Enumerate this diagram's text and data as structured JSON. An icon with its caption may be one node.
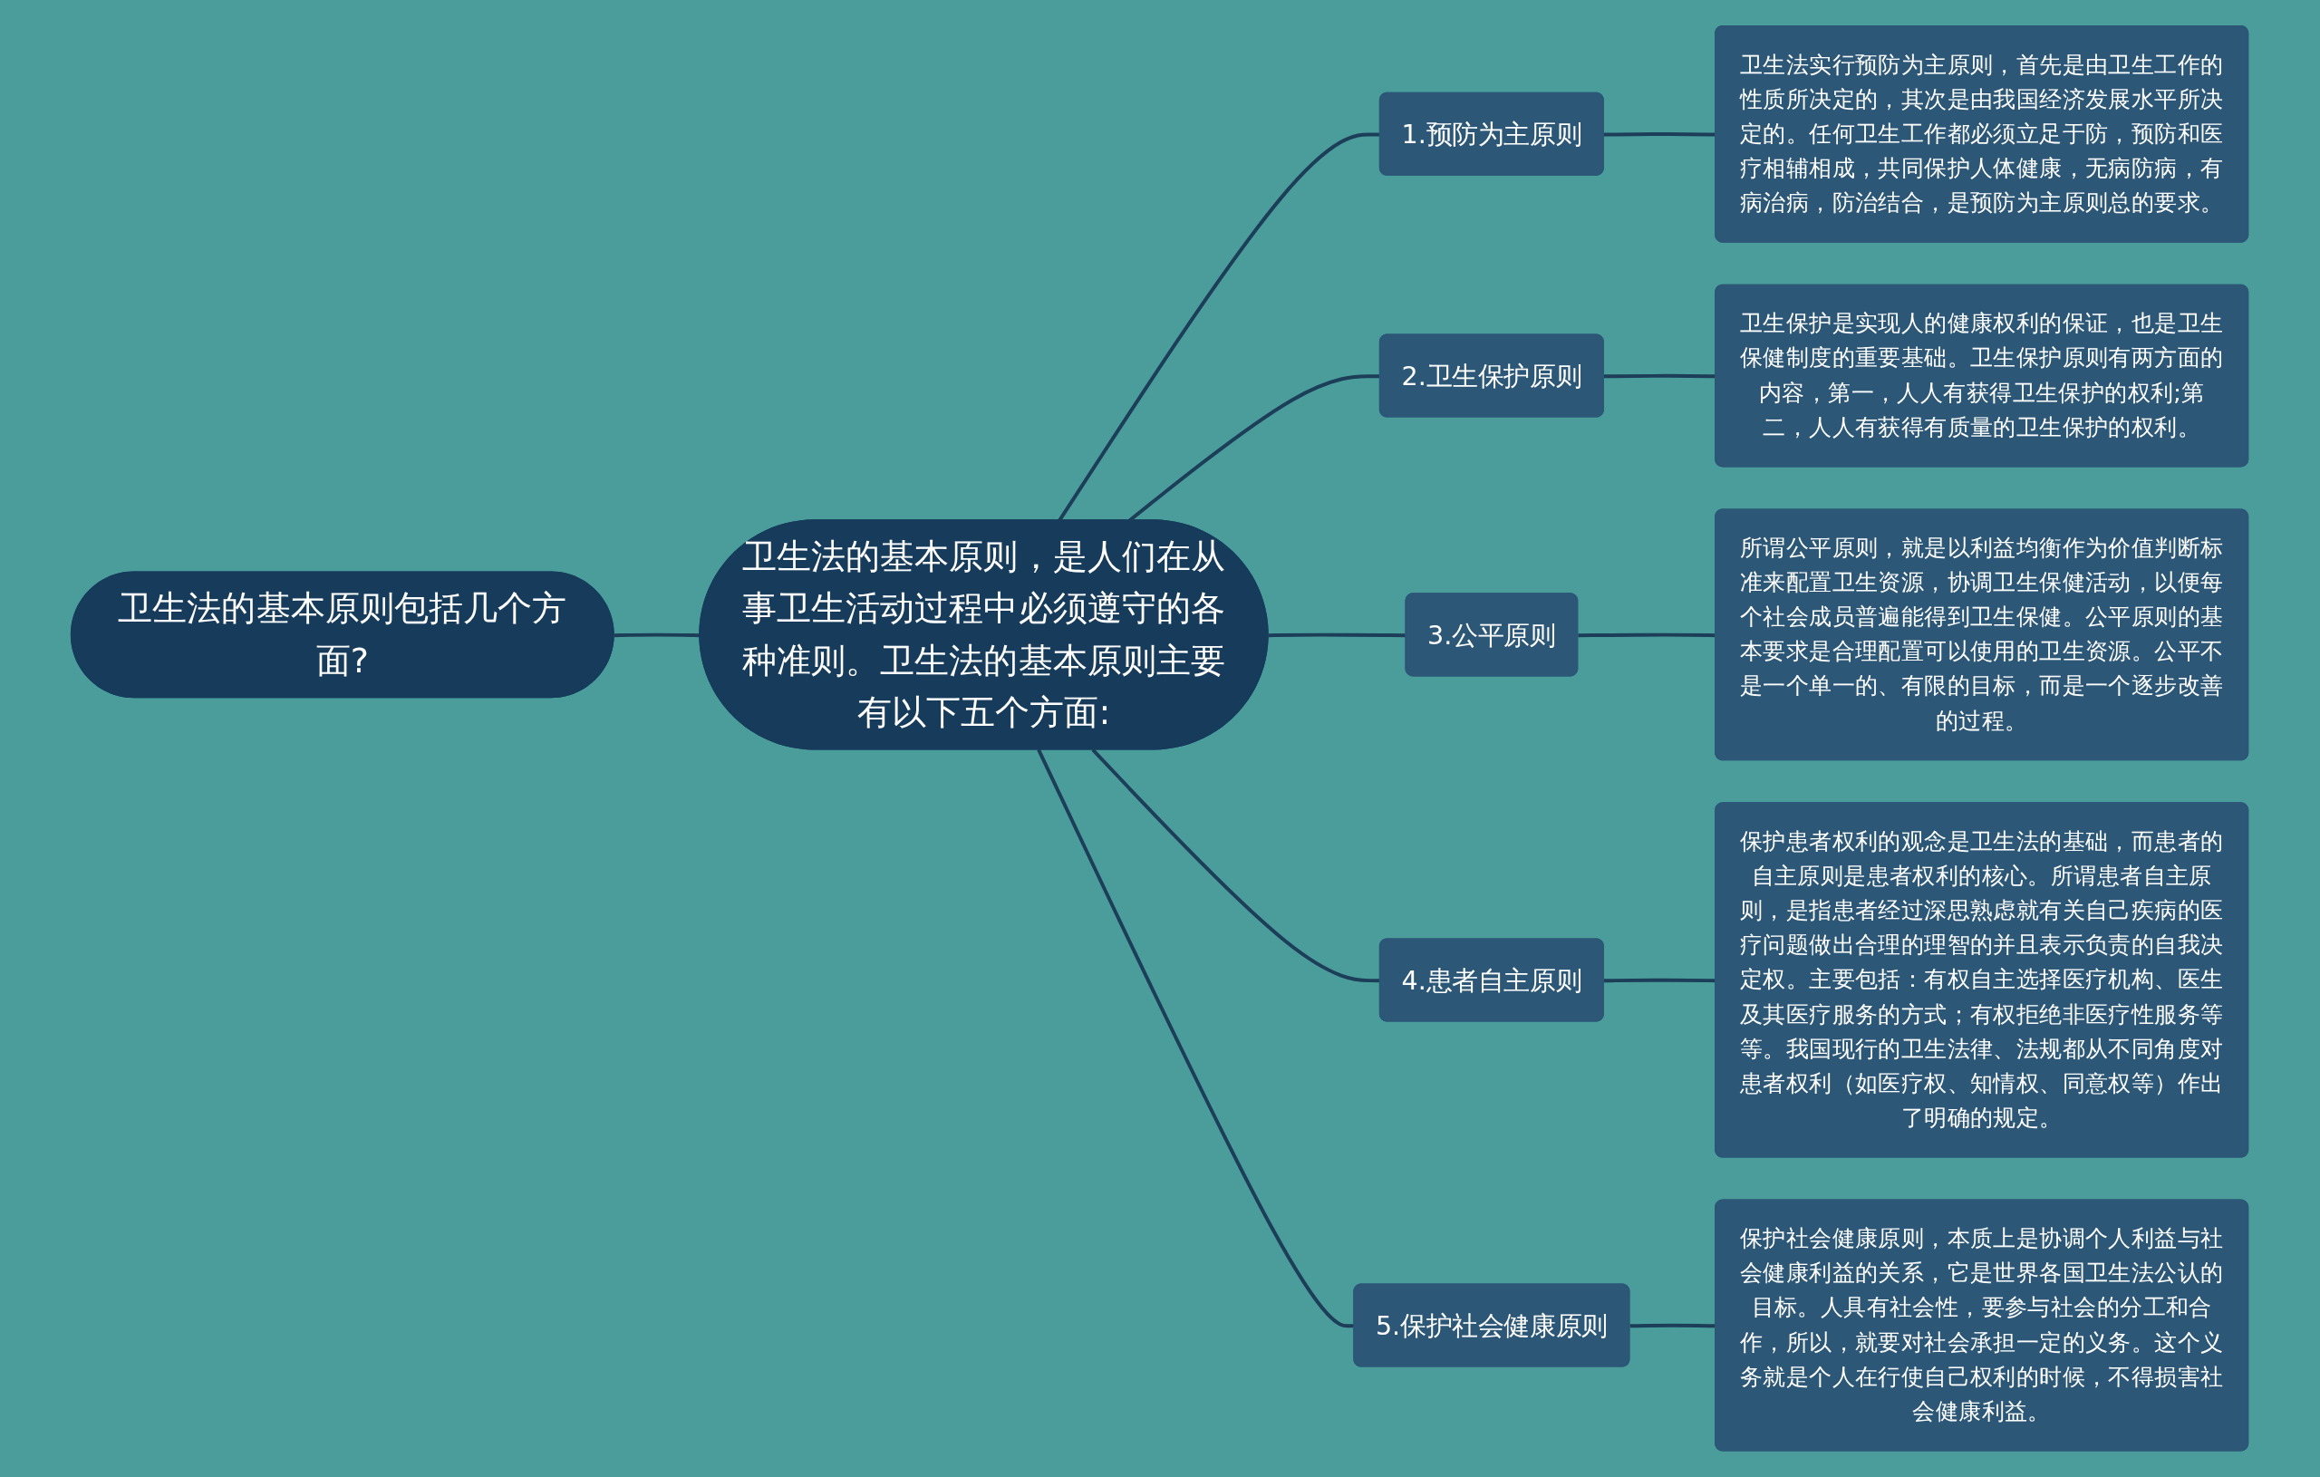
{
  "diagram": {
    "nodes": [
      {
        "text": [
          "卫生法的基本原则包括几个方面?"
        ]
      },
      {
        "text": [
          "卫生法的基本原则，是人们在从事卫生活动过程中必须遵守的各种准则。卫生法的基本原则主要有以下五个方面:"
        ]
      },
      {
        "text": [
          "1.预防为主原则"
        ]
      },
      {
        "text": [
          "卫生法实行预防为主原则，首先是由卫生工作的性质所决定的，其次是由我国经济发展水平所决定的。任何卫生工作都必须立足于防，预防和医疗相辅相成，共同保护人体健康，无病防病，有病治病，防治结合，是预防为主原则总的要求。"
        ]
      },
      {
        "text": [
          "2.卫生保护原则"
        ]
      },
      {
        "text": [
          "卫生保护是实现人的健康权利的保证，也是卫生保健制度的重要基础。卫生保护原则有两方面的内容，第一，人人有获得卫生保护的权利;第二，人人有获得有质量的卫生保护的权利。"
        ]
      },
      {
        "text": [
          "3.公平原则"
        ]
      },
      {
        "text": [
          "所谓公平原则，就是以利益均衡作为价值判断标准来配置卫生资源，协调卫生保健活动，以便每个社会成员普遍能得到卫生保健。公平原则的基本要求是合理配置可以使用的卫生资源。公平不是一个单一的、有限的目标，而是一个逐步改善的过程。"
        ]
      },
      {
        "text": [
          "4.患者自主原则"
        ]
      },
      {
        "text": [
          "保护患者权利的观念是卫生法的基础，而患者的自主原则是患者权利的核心。所谓患者自主原则，是指患者经过深思熟虑就有关自己疾病的医疗问题做出合理的理智的并且表示负责的自我决定权。主要包括：有权自主选择医疗机构、医生及其医疗服务的方式；有权拒绝非医疗性服务等等。我国现行的卫生法律、法规都从不同角度对患者权利（如医疗权、知情权、同意权等）作出了明确的规定。"
        ]
      },
      {
        "text": [
          "5.保护社会健康原则"
        ]
      },
      {
        "text": [
          "保护社会健康原则，本质上是协调个人利益与社会健康利益的关系，它是世界各国卫生法公认的目标。人具有社会性，要参与社会的分工和合作，所以，就要对社会承担一定的义务。这个义务就是个人在行使自己权利的时候，不得损害社会健康利益。"
        ]
      }
    ],
    "edges": [
      {
        "from": 0,
        "to": 1,
        "arrow": "none"
      },
      {
        "from": 1,
        "to": 2,
        "arrow": "none"
      },
      {
        "from": 2,
        "to": 3,
        "arrow": "none"
      },
      {
        "from": 1,
        "to": 4,
        "arrow": "none"
      },
      {
        "from": 4,
        "to": 5,
        "arrow": "none"
      },
      {
        "from": 1,
        "to": 6,
        "arrow": "none"
      },
      {
        "from": 6,
        "to": 7,
        "arrow": "none"
      },
      {
        "from": 1,
        "to": 8,
        "arrow": "none"
      },
      {
        "from": 8,
        "to": 9,
        "arrow": "none"
      },
      {
        "from": 1,
        "to": 10,
        "arrow": "none"
      },
      {
        "from": 10,
        "to": 11,
        "arrow": "none"
      }
    ]
  }
}
